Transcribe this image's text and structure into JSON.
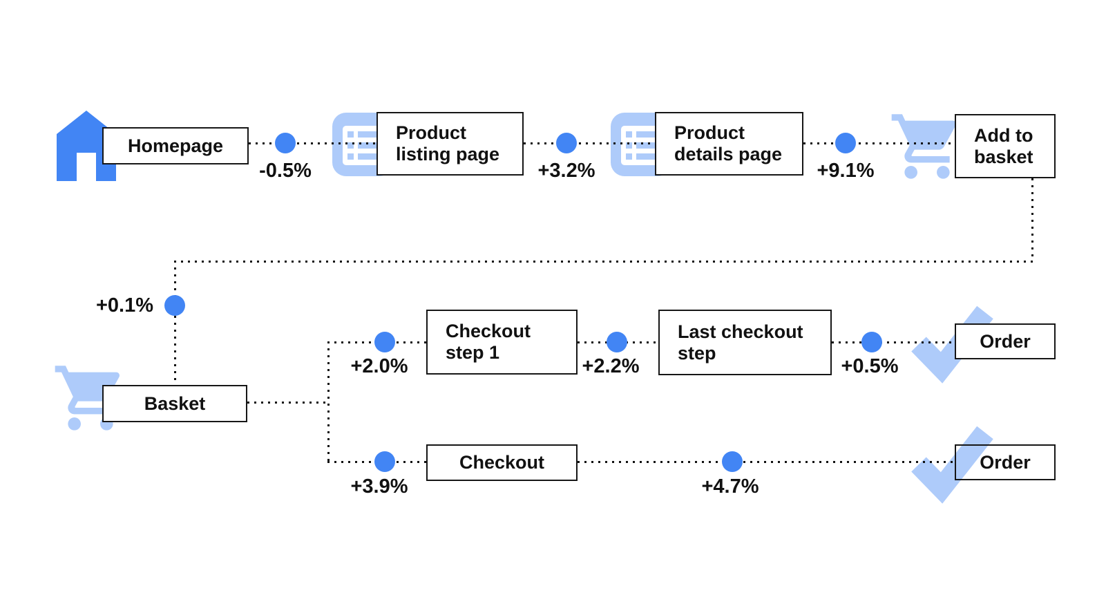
{
  "colors": {
    "accent": "#4285F4",
    "icon_light": "#AECBFA",
    "line": "#111111",
    "text": "#111111"
  },
  "nodes": {
    "homepage": {
      "lines": [
        "Homepage"
      ],
      "icon": "home"
    },
    "product_listing": {
      "lines": [
        "Product",
        "listing page"
      ],
      "icon": "list-page"
    },
    "product_details": {
      "lines": [
        "Product",
        "details page"
      ],
      "icon": "list-page"
    },
    "add_to_basket": {
      "lines": [
        "Add to",
        "basket"
      ],
      "icon": "cart"
    },
    "basket": {
      "lines": [
        "Basket"
      ],
      "icon": "cart"
    },
    "checkout_step_1": {
      "lines": [
        "Checkout",
        "step 1"
      ]
    },
    "last_checkout_step": {
      "lines": [
        "Last checkout",
        "step"
      ]
    },
    "order_main": {
      "lines": [
        "Order"
      ],
      "icon": "check"
    },
    "checkout": {
      "lines": [
        "Checkout"
      ]
    },
    "order_alt": {
      "lines": [
        "Order"
      ],
      "icon": "check"
    }
  },
  "deltas": {
    "homepage_to_listing": "-0.5%",
    "listing_to_details": "+3.2%",
    "details_to_add": "+9.1%",
    "add_to_basket_flow": "+0.1%",
    "basket_to_checkout1": "+2.0%",
    "checkout1_to_last": "+2.2%",
    "last_to_order": "+0.5%",
    "basket_to_checkout": "+3.9%",
    "checkout_to_order": "+4.7%"
  }
}
